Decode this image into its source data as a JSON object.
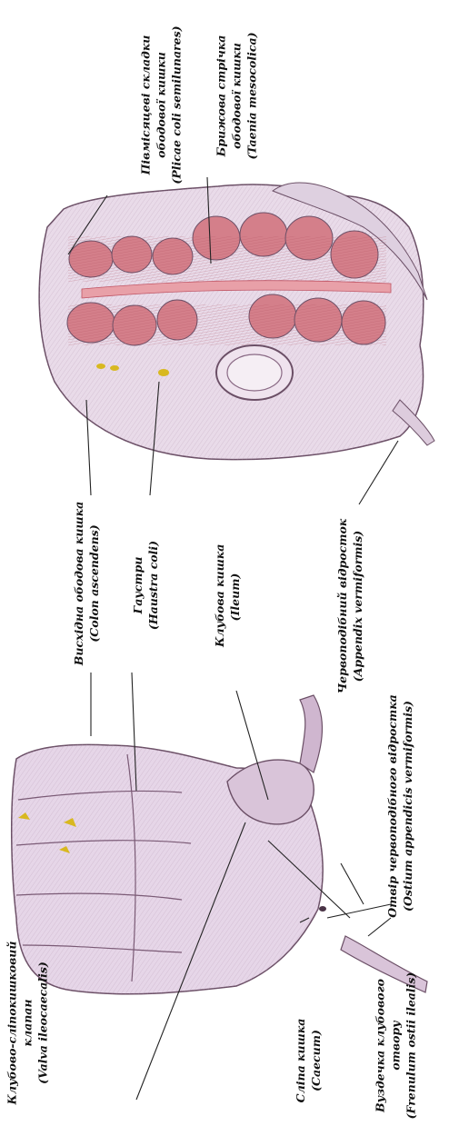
{
  "labels": {
    "plicae": {
      "line1": "Півмісяцеві складки",
      "line2": "ободової кишки",
      "line3": "(Plicae coli semilunares)"
    },
    "taenia": {
      "line1": "Брижова стрічка",
      "line2": "ободової кишки",
      "line3": "(Taenia mesocolica)"
    },
    "colon_ascendens": {
      "line1": "Висхідна ободова кишка",
      "line2": "(Colon ascendens)"
    },
    "haustra": {
      "line1": "Гаустри",
      "line2": "(Haustra coli)"
    },
    "ileum": {
      "line1": "Клубова кишка",
      "line2": "(Ileum)"
    },
    "appendix": {
      "line1": "Червоподібний відросток",
      "line2": "(Appendix vermiformis)"
    },
    "ostium": {
      "line1": "Отвір червоподібного відростка",
      "line2": "(Ostium appendicis vermiformis)"
    },
    "valva": {
      "line1": "Клубово-сліпокишковий",
      "line2": "клапан",
      "line3": "(Valva ileocaecalis)"
    },
    "caecum": {
      "line1": "Сліпа кишка",
      "line2": "(Caecum)"
    },
    "frenulum": {
      "line1": "Вуздечка клубового",
      "line2": "отвору",
      "line3": "(Frenulum ostii ilealis)"
    }
  },
  "colors": {
    "tissue": "#e6d6e8",
    "tissue_shadow": "#a88aa8",
    "muscle": "#c9737e",
    "outline": "#6b4f66",
    "taenia": "#e0808a",
    "fat_spot": "#d8b820",
    "leader_line": "#222222"
  },
  "icons": [
    "colon-illustration",
    "caecum-illustration"
  ]
}
